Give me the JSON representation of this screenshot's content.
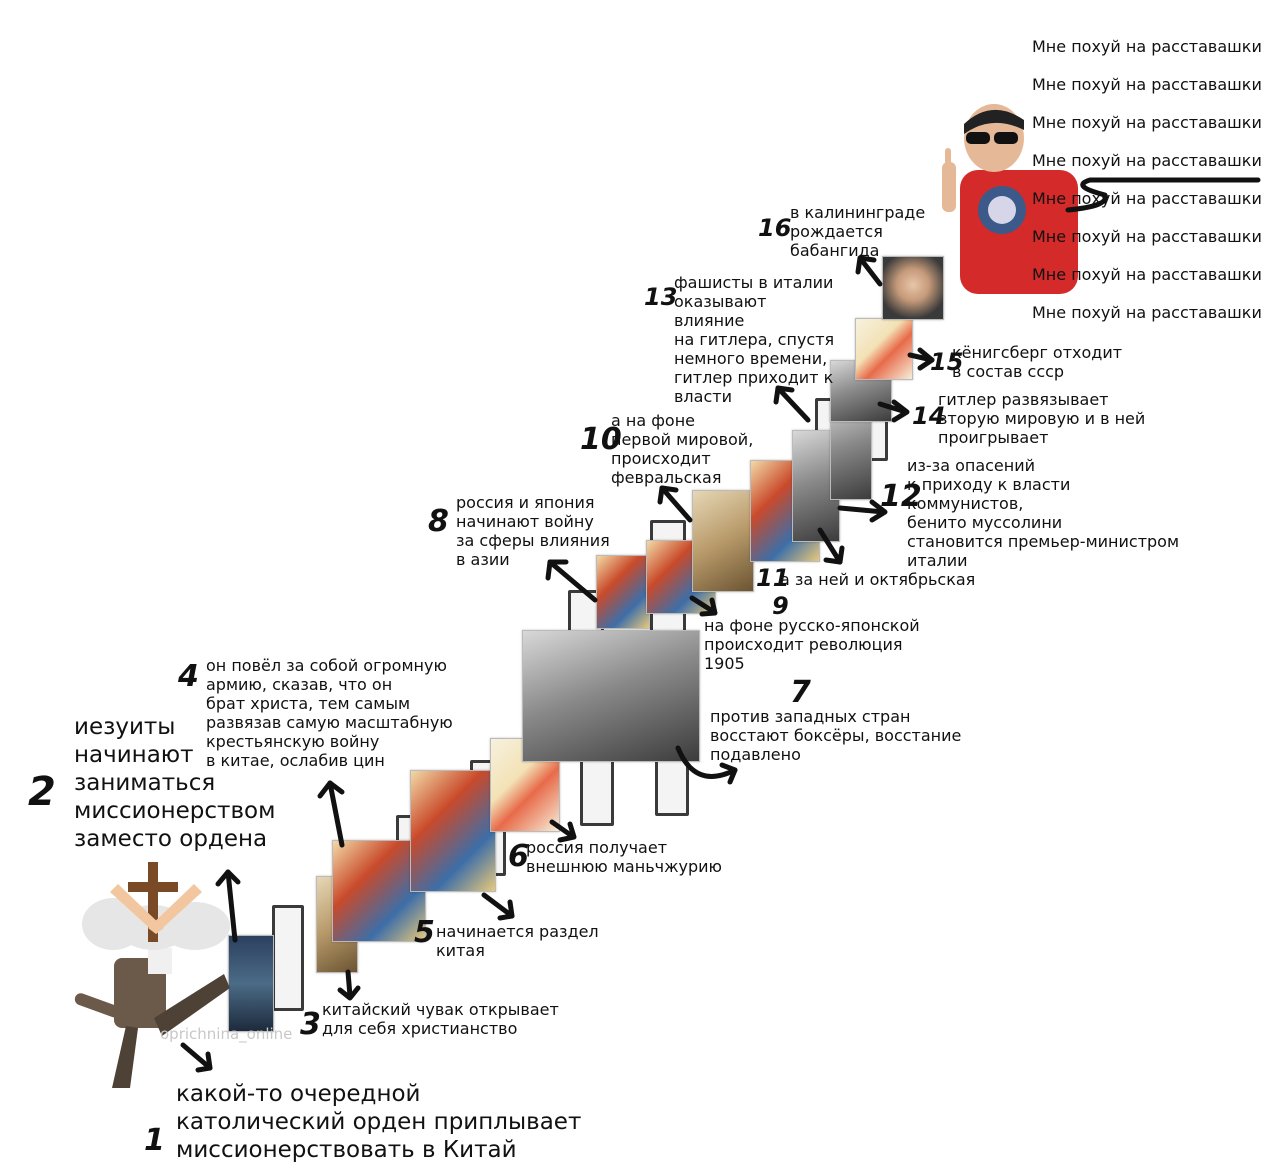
{
  "captions": {
    "c1": "какой-то очередной\nкатолический орден приплывает\nмиссионерствовать в Китай",
    "c2": "иезуиты\nначинают\nзаниматься\nмиссионерством\nзаместо ордена",
    "c3": "китайский чувак открывает\nдля себя христианство",
    "c4": "он повёл за собой огромную\nармию, сказав, что он\nбрат христа, тем самым\nразвязав самую масштабную\nкрестьянскую войну\nв китае, ослабив цин",
    "c5": "начинается раздел\nкитая",
    "c6": "россия получает\nвнешнюю маньчжурию",
    "c7": "против западных стран\nвосстают боксёры, восстание\nподавлено",
    "c8": "россия и япония\nначинают войну\nза сферы влияния\nв азии",
    "c9": "на фоне русско-японской\nпроисходит революция\n1905",
    "c10": "а на фоне\nпервой мировой,\nпроисходит\nфевральская",
    "c11": "а за ней и октябрьская",
    "c12": "из-за опасений\nк приходу к власти\nкоммунистов,\nбенито муссолини\nстановится премьер-министром\nиталии",
    "c13": "фашисты в италии\nоказывают\nвлияние\nна гитлера, спустя\nнемного времени,\nгитлер приходит к\nвласти",
    "c14": "гитлер развязывает\nвторую мировую и в ней\nпроигрывает",
    "c15": "кёнигсберг отходит\nв состав ссср",
    "c16": "в калининграде\nрождается\nбабангида"
  },
  "numbers": {
    "n1": "1",
    "n2": "2",
    "n3": "3",
    "n4": "4",
    "n5": "5",
    "n6": "6",
    "n7": "7",
    "n8": "8",
    "n9": "9",
    "n10": "10",
    "n11": "11",
    "n12": "12",
    "n13": "13",
    "n14": "14",
    "n15": "15",
    "n16": "16"
  },
  "repeat_line": {
    "text": "Мне похуй на расставашки",
    "count": 8
  },
  "watermark": "oprichnina_online",
  "colors": {
    "ink": "#111111",
    "domino_border": "#3a3a3a",
    "shirt": "#d42a2a"
  },
  "icons": [
    "arrow-icon",
    "cross-icon",
    "hands-icon",
    "cloud-icon",
    "sunglasses-person-icon"
  ]
}
